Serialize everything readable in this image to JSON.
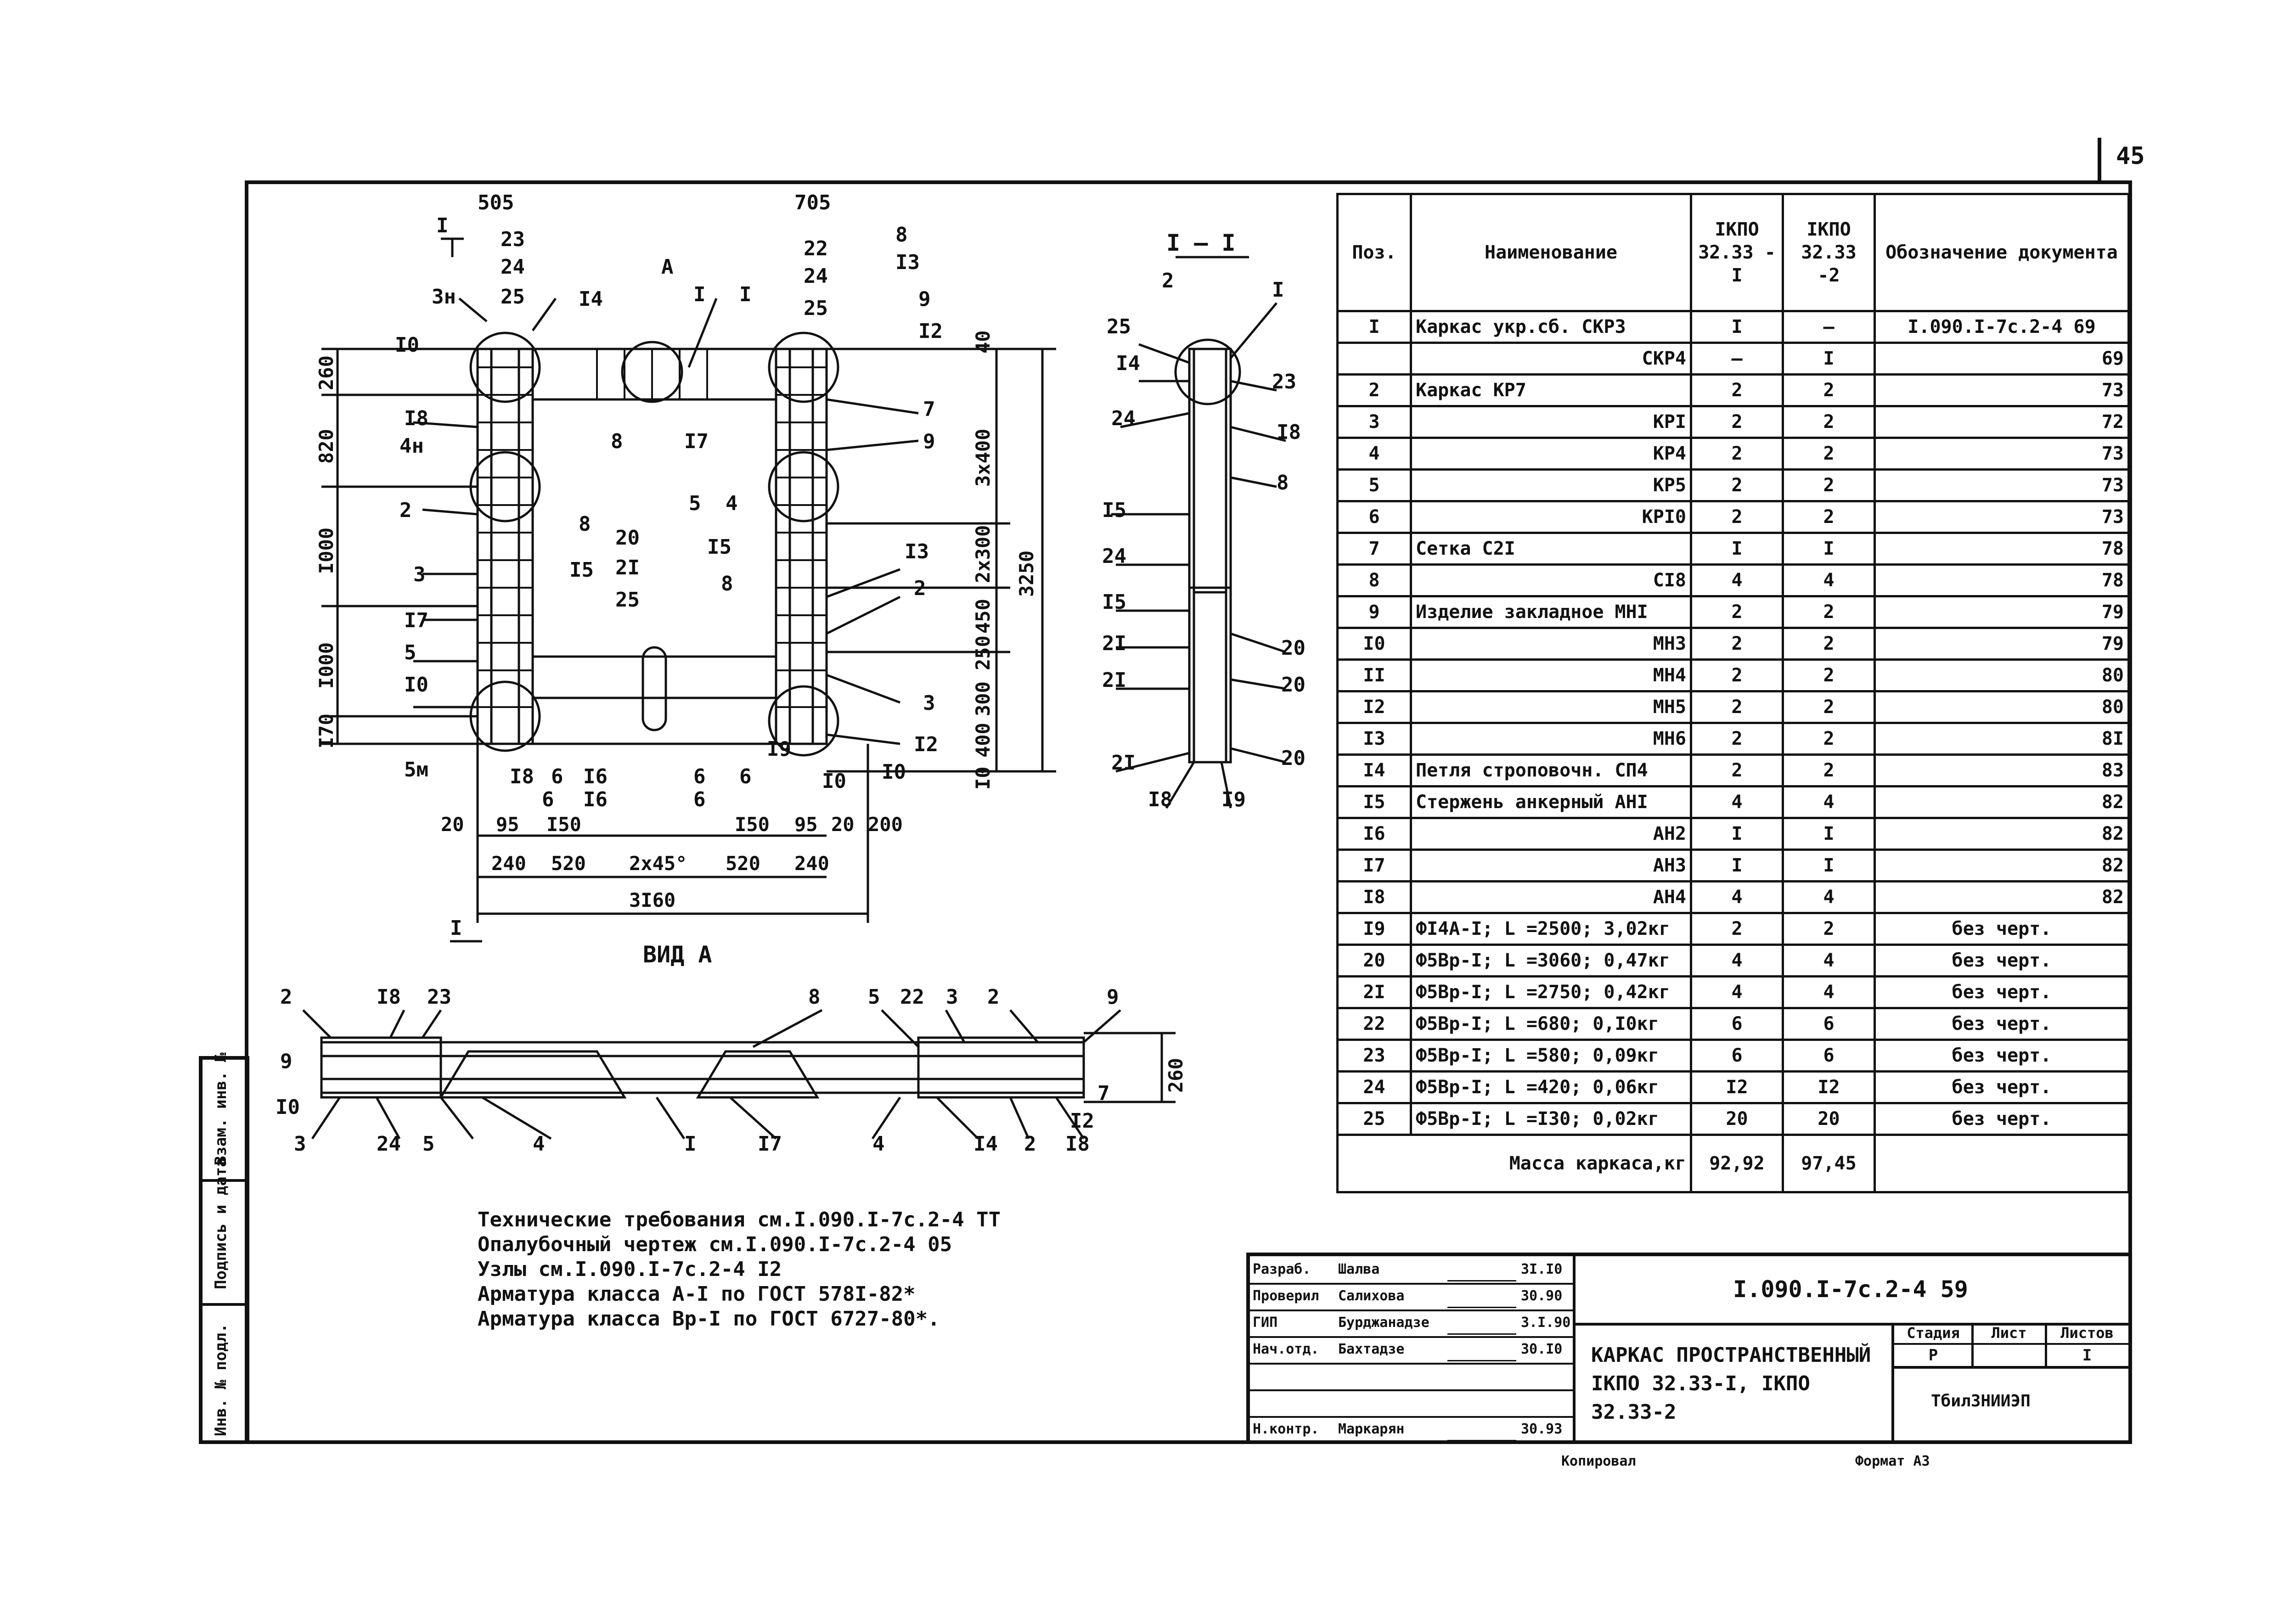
{
  "page_number": "45",
  "section_markers": {
    "section_label_top": "I",
    "section_label_bottom": "I"
  },
  "titles": {
    "section": "I – I",
    "view_a": "ВИД А",
    "arrow_a": "А"
  },
  "plan_labels": {
    "top": [
      "505",
      "23",
      "24",
      "25",
      "3н",
      "I4",
      "I",
      "I",
      "705",
      "22",
      "24",
      "25",
      "8",
      "I3",
      "9",
      "I2"
    ],
    "left": [
      "I0",
      "I8",
      "4н",
      "2",
      "3",
      "I7",
      "5",
      "I0",
      "5м"
    ],
    "middle": [
      "8",
      "I7",
      "5",
      "4",
      "8",
      "20",
      "2I",
      "25",
      "I5",
      "I5",
      "8",
      "I9",
      "6",
      "I6",
      "6",
      "6"
    ],
    "right": [
      "7",
      "9",
      "I3",
      "2",
      "3",
      "I2",
      "I0",
      "I0"
    ],
    "bottom": [
      "I8",
      "6",
      "I6",
      "6"
    ]
  },
  "plan_dims": {
    "left_vertical": [
      "260",
      "820",
      "I000",
      "I000",
      "I70"
    ],
    "right_vertical": [
      "40",
      "3х400",
      "2х300",
      "450",
      "250",
      "300",
      "400",
      "I0"
    ],
    "overall_vertical": "3250",
    "bottom_row1": [
      "20",
      "95",
      "I50",
      "I50",
      "95",
      "20",
      "200"
    ],
    "bottom_row2": [
      "240",
      "520",
      "2х45°",
      "520",
      "240"
    ],
    "overall_horizontal": "3I60"
  },
  "section_labels": [
    "25",
    "I4",
    "24",
    "I5",
    "24",
    "I5",
    "2I",
    "2I",
    "2I",
    "I8",
    "I9",
    "2",
    "I",
    "23",
    "I8",
    "8",
    "20",
    "20",
    "20"
  ],
  "view_a_labels": {
    "top": [
      "2",
      "I8",
      "23",
      "8",
      "5",
      "22",
      "3",
      "2",
      "9"
    ],
    "left": [
      "9",
      "I0",
      "3"
    ],
    "bottom": [
      "24",
      "5",
      "4",
      "I",
      "I7",
      "4",
      "I4",
      "2",
      "I8",
      "I2",
      "7"
    ],
    "height_dim": "260"
  },
  "spec": {
    "headers": {
      "pos": "Поз.",
      "name": "Наименование",
      "col1": "IКПО 32.33 -I",
      "col2": "IКПО 32.33 -2",
      "doc": "Обозначение документа"
    },
    "rows": [
      {
        "pos": "I",
        "name": "Каркас укр.сб. СКР3",
        "q1": "I",
        "q2": "–",
        "doc": "I.090.I-7с.2-4 69"
      },
      {
        "pos": "",
        "name": "СКР4",
        "q1": "–",
        "q2": "I",
        "doc": "69"
      },
      {
        "pos": "2",
        "name": "Каркас КР7",
        "q1": "2",
        "q2": "2",
        "doc": "73"
      },
      {
        "pos": "3",
        "name": "КРI",
        "q1": "2",
        "q2": "2",
        "doc": "72"
      },
      {
        "pos": "4",
        "name": "КР4",
        "q1": "2",
        "q2": "2",
        "doc": "73"
      },
      {
        "pos": "5",
        "name": "КР5",
        "q1": "2",
        "q2": "2",
        "doc": "73"
      },
      {
        "pos": "6",
        "name": "КРI0",
        "q1": "2",
        "q2": "2",
        "doc": "73"
      },
      {
        "pos": "7",
        "name": "Сетка С2I",
        "q1": "I",
        "q2": "I",
        "doc": "78"
      },
      {
        "pos": "8",
        "name": "СI8",
        "q1": "4",
        "q2": "4",
        "doc": "78"
      },
      {
        "pos": "9",
        "name": "Изделие закладное МНI",
        "q1": "2",
        "q2": "2",
        "doc": "79"
      },
      {
        "pos": "I0",
        "name": "МН3",
        "q1": "2",
        "q2": "2",
        "doc": "79"
      },
      {
        "pos": "II",
        "name": "МН4",
        "q1": "2",
        "q2": "2",
        "doc": "80"
      },
      {
        "pos": "I2",
        "name": "МН5",
        "q1": "2",
        "q2": "2",
        "doc": "80"
      },
      {
        "pos": "I3",
        "name": "МН6",
        "q1": "2",
        "q2": "2",
        "doc": "8I"
      },
      {
        "pos": "I4",
        "name": "Петля строповочн. СП4",
        "q1": "2",
        "q2": "2",
        "doc": "83"
      },
      {
        "pos": "I5",
        "name": "Стержень анкерный АНI",
        "q1": "4",
        "q2": "4",
        "doc": "82"
      },
      {
        "pos": "I6",
        "name": "АН2",
        "q1": "I",
        "q2": "I",
        "doc": "82"
      },
      {
        "pos": "I7",
        "name": "АН3",
        "q1": "I",
        "q2": "I",
        "doc": "82"
      },
      {
        "pos": "I8",
        "name": "АН4",
        "q1": "4",
        "q2": "4",
        "doc": "82"
      },
      {
        "pos": "I9",
        "name": "ФI4А-I; L =2500; 3,02кг",
        "q1": "2",
        "q2": "2",
        "doc": "без черт."
      },
      {
        "pos": "20",
        "name": "Ф5Вр-I; L =3060; 0,47кг",
        "q1": "4",
        "q2": "4",
        "doc": "без черт."
      },
      {
        "pos": "2I",
        "name": "Ф5Вр-I; L =2750; 0,42кг",
        "q1": "4",
        "q2": "4",
        "doc": "без черт."
      },
      {
        "pos": "22",
        "name": "Ф5Вр-I; L =680; 0,I0кг",
        "q1": "6",
        "q2": "6",
        "doc": "без черт."
      },
      {
        "pos": "23",
        "name": "Ф5Вр-I; L =580; 0,09кг",
        "q1": "6",
        "q2": "6",
        "doc": "без черт."
      },
      {
        "pos": "24",
        "name": "Ф5Вр-I; L =420; 0,06кг",
        "q1": "I2",
        "q2": "I2",
        "doc": "без черт."
      },
      {
        "pos": "25",
        "name": "Ф5Вр-I; L =I30; 0,02кг",
        "q1": "20",
        "q2": "20",
        "doc": "без черт."
      }
    ],
    "mass_label": "Масса каркаса,кг",
    "mass_1": "92,92",
    "mass_2": "97,45"
  },
  "notes": [
    "Технические требования см.I.090.I-7с.2-4 ТТ",
    "Опалубочный чертеж см.I.090.I-7с.2-4 05",
    "Узлы см.I.090.I-7с.2-4 I2",
    "Арматура класса А-I по ГОСТ 578I-82*",
    "Арматура класса Вр-I по ГОСТ 6727-80*."
  ],
  "side_strip": [
    "Взам. инв. №",
    "Подпись и дата",
    "Инв. № подл."
  ],
  "title_block": {
    "rows": [
      {
        "role": "Разраб.",
        "name": "Шалва",
        "date": "3I.I0"
      },
      {
        "role": "Проверил",
        "name": "Салихова",
        "date": "30.90"
      },
      {
        "role": "ГИП",
        "name": "Бурджанадзе",
        "date": "3.I.90"
      },
      {
        "role": "Нач.отд.",
        "name": "Бахтадзе",
        "date": "30.I0"
      },
      {
        "role": "",
        "name": "",
        "date": ""
      },
      {
        "role": "",
        "name": "",
        "date": ""
      },
      {
        "role": "Н.контр.",
        "name": "Маркарян",
        "date": "30.93"
      }
    ],
    "code": "I.090.I-7с.2-4 59",
    "name_line1": "КАРКАС ПРОСТРАНСТВЕННЫЙ",
    "name_line2": "IКПО 32.33-I, IКПО 32.33-2",
    "stage_hdr": "Стадия",
    "sheet_hdr": "Лист",
    "sheets_hdr": "Листов",
    "stage_val": "Р",
    "sheet_val": "",
    "sheets_val": "I",
    "org": "ТбилЗНИИЭП"
  },
  "footer": {
    "copied": "Копировал",
    "format": "Формат А3"
  }
}
